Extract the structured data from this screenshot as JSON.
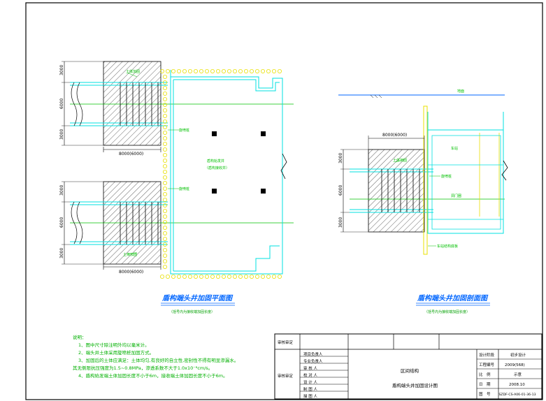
{
  "colors": {
    "frame": "#000000",
    "cyan": "#00e0e0",
    "green": "#00c000",
    "yellow": "#e8e000",
    "blue": "#0066ff",
    "black": "#000000"
  },
  "plan": {
    "dims_upper": [
      "3000",
      "6000",
      "3000"
    ],
    "dims_lower": [
      "3000",
      "6000",
      "3000"
    ],
    "width_upper": "8000(6000)",
    "width_lower": "8000(6000)",
    "label_soil": "土体加固",
    "label_grout_top": "旋喷桩",
    "label_grout_mid": "旋喷桩",
    "label_soil_bottom": "土体加固",
    "label_shaft_1": "盾构始发井",
    "label_shaft_2": "（盾构接收井）",
    "title": "盾构端头井加固平面图",
    "subtitle": "（括号内为接收端加固长度）"
  },
  "section": {
    "ground": "地面",
    "dims": [
      "3000",
      "6000",
      "3000"
    ],
    "width": "8000(6000)",
    "label_soil": "土体加固",
    "label_wall": "车站",
    "label_grout": "旋喷桩",
    "label_ring": "洞门圈",
    "label_bottom": "车站结构底板",
    "title": "盾构端头井加固剖面图",
    "subtitle": "（括号内为接收端加固长度）"
  },
  "notes": {
    "heading": "说明：",
    "lines": [
      "1、图中尺寸除注明外均以毫米计。",
      "2、端头井土体采用旋喷桩加固方式。",
      "3、加固后的土体应满足：土体均匀,有良好的自立性,密封性不得有明显渗漏水。",
      "其无侧限抗压强度为1.5~0.8MPa，渗透系数不大于1.0x10⁻⁸cm/s。",
      "4、盾构始发端土体加固长度不小于6m，接收端土体加固长度不小于6m。"
    ]
  },
  "titleblock": {
    "left_top": "审核审定",
    "left_bottom": "审核审定",
    "roles": [
      "项目负责人",
      "专业负责人",
      "审 核 人",
      "校 对 人",
      "设 计 人",
      "制 图 人",
      "描 图 人"
    ],
    "project_line1": "区间结构",
    "project_line2": "盾构端头井加固设计图",
    "field_labels": [
      "设计阶段",
      "工程编号",
      "比　例",
      "日　期",
      "图　号"
    ],
    "field_values": [
      "初步设计",
      "2009(568)",
      "示意",
      "2008.10",
      "SZDF-CS-A06-01-36-13"
    ]
  }
}
